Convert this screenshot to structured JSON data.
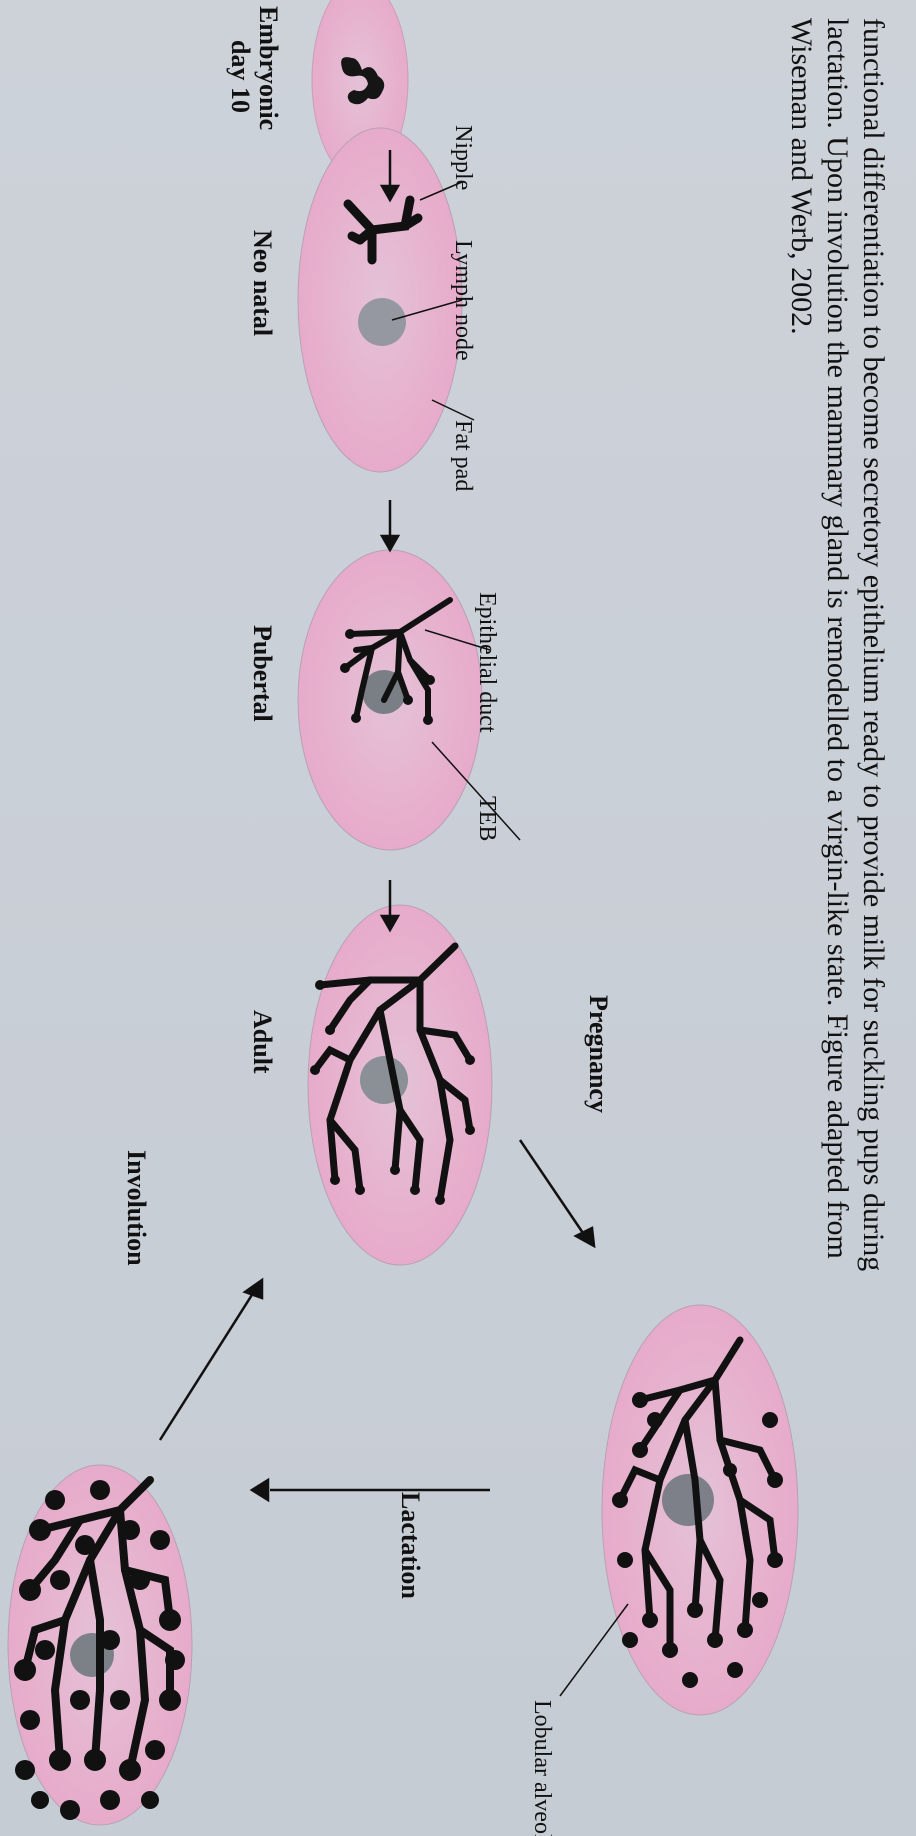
{
  "caption": {
    "line1": "functional differentiation to become secretory epithelium ready to provide milk for suckling pups during",
    "line2": "lactation. Upon involution the mammary gland is remodelled to a virgin-like state. Figure adapted from",
    "line3": "Wiseman and Werb, 2002."
  },
  "stages": {
    "embryonic_line1": "Embryonic",
    "embryonic_line2": "day 10",
    "neonatal": "Neo natal",
    "pubertal": "Pubertal",
    "adult": "Adult",
    "pregnancy": "Pregnancy",
    "lactation": "Lactation",
    "involution": "Involution"
  },
  "labels": {
    "nipple": "Nipple",
    "lymph_node": "Lymph node",
    "fat_pad": "Fat pad",
    "epithelial_duct": "Epithelial duct",
    "teb": "TEB",
    "lobular_alveoli": "Lobular alveoli"
  },
  "colors": {
    "background": "#c9ced6",
    "fat_pad": "#e9b8d0",
    "lymph_node": "#8f9399",
    "duct": "#111111"
  }
}
